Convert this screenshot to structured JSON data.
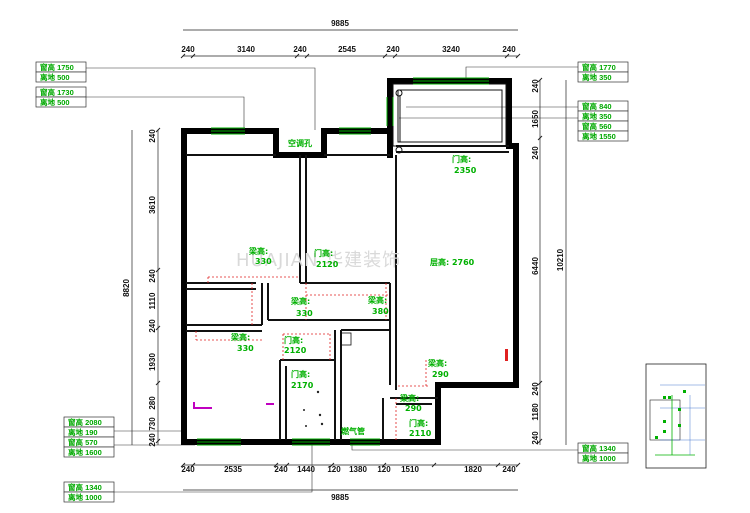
{
  "dims": {
    "top_total": "9885",
    "top": [
      "240",
      "3140",
      "240",
      "2545",
      "240",
      "3240",
      "240"
    ],
    "bottom": [
      "240",
      "2535",
      "240",
      "1440",
      "120",
      "1380",
      "120",
      "1510",
      "1820",
      "240"
    ],
    "bottom_total": "9885",
    "left_total": "8820",
    "left": [
      "240",
      "3610",
      "240",
      "1110",
      "240",
      "1930",
      "280",
      "730",
      "240"
    ],
    "right": [
      "240",
      "1650",
      "240",
      "6440",
      "240",
      "1180",
      "240"
    ],
    "right_total": "10210"
  },
  "windows": [
    {
      "h": "窗高 1750",
      "g": "离地 500"
    },
    {
      "h": "窗高 1730",
      "g": "离地 500"
    },
    {
      "h": "窗高 1770",
      "g": "离地 350"
    },
    {
      "h": "窗高 840",
      "g": "离地 350"
    },
    {
      "h": "窗高 560",
      "g": "离地 1550"
    },
    {
      "h": "窗高 2080",
      "g": "离地 190"
    },
    {
      "h": "窗高 570",
      "g": "离地 1600"
    },
    {
      "h": "窗高 1340",
      "g": "离地 1000"
    },
    {
      "h": "窗高 1340",
      "g": "离地 1000"
    }
  ],
  "labels": {
    "ac_hole": "空调孔",
    "door_2350": {
      "t": "门高:",
      "v": "2350"
    },
    "beam_330_a": {
      "t": "梁高:",
      "v": "330"
    },
    "door_2120_a": {
      "t": "门高:",
      "v": "2120"
    },
    "beam_2760": "层高: 2760",
    "beam_330_b": {
      "t": "梁高:",
      "v": "330"
    },
    "beam_380": {
      "t": "梁高:",
      "v": "380"
    },
    "beam_330_c": {
      "t": "梁高:",
      "v": "330"
    },
    "door_2120_b": {
      "t": "门高:",
      "v": "2120"
    },
    "door_2170": {
      "t": "门高:",
      "v": "2170"
    },
    "beam_290_a": {
      "t": "梁高:",
      "v": "290"
    },
    "beam_290_b": {
      "t": "梁高:",
      "v": "290"
    },
    "door_2110": {
      "t": "门高:",
      "v": "2110"
    },
    "gas_pipe": "燃气管"
  }
}
